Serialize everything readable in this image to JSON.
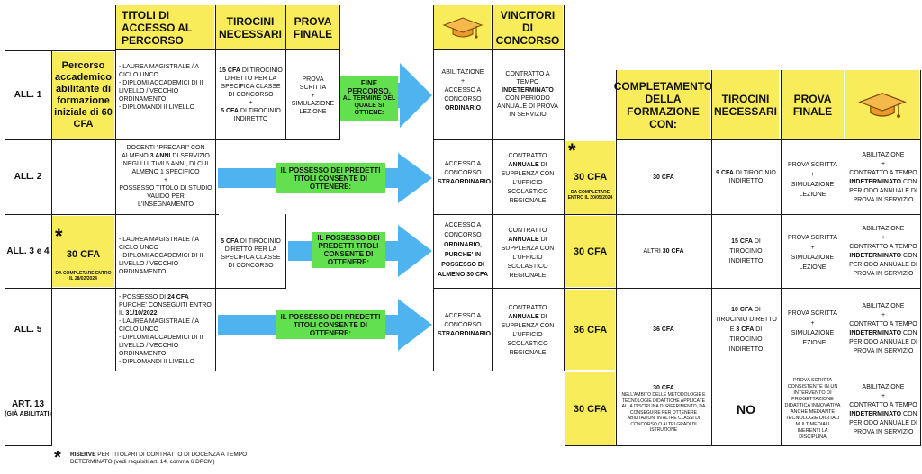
{
  "headers": {
    "titoli": "TITOLI DI ACCESSO AL PERCORSO",
    "tirocini": "TIROCINI NECESSARI",
    "prova": "PROVA FINALE",
    "vincitori": "VINCITORI DI CONCORSO",
    "completamento": "COMPLETAMENTO DELLA FORMAZIONE CON:",
    "tirocini_r": "TIROCINI NECESSARI",
    "prova_r": "PROVA FINALE"
  },
  "rows": {
    "all1": {
      "label": "ALL. 1",
      "percorso": "Percorso accademico abilitante di formazione iniziale di 60 CFA",
      "titoli": [
        "- LAUREA MAGISTRALE / A CICLO UNCO",
        "- DIPLOMI ACCADEMICI DI II LIVELLO / VECCHIO ORDINAMENTO",
        "- DIPLOMANDI II LIVELLO"
      ],
      "tirocini_a": "15 CFA",
      "tirocini_b": " DI TIROCINIO DIRETTO PER LA SPECIFICA CLASSE DI CONCORSO",
      "tirocini_plus": "+",
      "tirocini_c": "5 CFA",
      "tirocini_d": " DI TIROCINIO INDIRETTO",
      "prova_1": "PROVA SCRITTA",
      "prova_plus": "+",
      "prova_2": "SIMULAZIONE LEZIONE",
      "fine_bold": "FINE PERCORSO,",
      "fine_rest": "AL TERMINE DEL QUALE SI OTTIENE:",
      "esito_1": "ABILITAZIONE",
      "esito_plus": "+",
      "esito_2": "ACCESSO A CONCORSO",
      "esito_3": "ORDINARIO",
      "vinc_1": "CONTRATTO A TEMPO",
      "vinc_2": "INDETERMINATO",
      "vinc_3": " CON PERIODO ANNUALE DI PROVA IN SERVIZIO"
    },
    "all2": {
      "label": "ALL. 2",
      "titoli_1": "DOCENTI \"PRECARI\" CON ALMENO ",
      "titoli_2": "3 ANNI",
      "titoli_3": " DI SERVIZIO NEGLI ULTIMI 5 ANNI, DI CUI ALMENO 1 SPECIFICO",
      "titoli_plus": "+",
      "titoli_4": "POSSESSO TITOLO DI STUDIO VALIDO PER L'INSEGNAMENTO",
      "possesso": "IL POSSESSO DEI PREDETTI TITOLI CONSENTE DI OTTENERE:",
      "esito_1": "ACCESSO A CONCORSO",
      "esito_2": "STRAORDINARIO",
      "vinc_1": "CONTRATTO ",
      "vinc_2": "ANNUALE",
      "vinc_3": " DI SUPPLENZA CON L'UFFICIO SCOLASTICO REGIONALE",
      "cfa": "30 CFA",
      "cfa_note": "DA COMPLETARE ENTRO IL 30/05/2024",
      "compl": "30 CFA",
      "tir_a": "9 CFA",
      "tir_b": " DI TIROCINIO INDIRETTO",
      "prova_1": "PROVA SCRITTA",
      "prova_plus": "+",
      "prova_2": "SIMULAZIONE LEZIONE",
      "res_1": "ABILITAZIONE",
      "res_plus": "+",
      "res_2": "CONTRATTO A TEMPO ",
      "res_3": "INDETERMINATO",
      "res_4": " CON PERIODO ANNUALE DI PROVA IN SERVIZIO"
    },
    "all34": {
      "label": "ALL. 3 e 4",
      "cfa": "30 CFA",
      "cfa_note": "DA COMPLETARE ENTRO IL 28/02/2024",
      "titoli": [
        "- LAUREA MAGISTRALE / A CICLO UNCO",
        "- DIPLOMI ACCADEMICI DI II LIVELLO / VECCHIO ORDINAMENTO"
      ],
      "tirocini_a": "5 CFA",
      "tirocini_b": " DI TIROCINIO DIRETTO PER LA SPECIFICA CLASSE DI CONCORSO",
      "possesso": "IL POSSESSO DEI PREDETTI TITOLI CONSENTE DI OTTENERE:",
      "esito_1": "ACCESSO A CONCORSO",
      "esito_2": "ORDINARIO, PURCHE' IN POSSESSO DI ALMENO 30 CFA",
      "vinc_1": "CONTRATTO ",
      "vinc_2": "ANNUALE",
      "vinc_3": " DI SUPPLENZA CON L'UFFICIO SCOLASTICO REGIONALE",
      "cfa_r": "30 CFA",
      "compl_1": "ALTRI ",
      "compl_2": "30 CFA",
      "tir_a": "15 CFA",
      "tir_b": " DI TIROCINIO INDIRETTO",
      "prova_1": "PROVA SCRITTA",
      "prova_plus": "+",
      "prova_2": "SIMULAZIONE LEZIONE",
      "res_1": "ABILITAZIONE",
      "res_plus": "+",
      "res_2": "CONTRATTO A TEMPO ",
      "res_3": "INDETERMINATO",
      "res_4": " CON PERIODO ANNUALE DI PROVA IN SERVIZIO"
    },
    "all5": {
      "label": "ALL. 5",
      "t1a": "- POSSESSO DI ",
      "t1b": "24 CFA",
      "t1c": " PURCHE' CONSEGUITI ENTRO IL ",
      "t1d": "31/10/2022",
      "titoli": [
        "- LAUREA MAGISTRALE / A CICLO UNCO",
        "- DIPLOMI ACCADEMICI DI II LIVELLO / VECCHIO ORDINAMENTO",
        "- DIPLOMANDI II LIVELLO"
      ],
      "possesso": "IL POSSESSO DEI PREDETTI TITOLI CONSENTE DI OTTENERE:",
      "esito_1": "ACCESSO A CONCORSO",
      "esito_2": "STRAORDINARIO",
      "vinc_1": "CONTRATTO ",
      "vinc_2": "ANNUALE",
      "vinc_3": " DI SUPPLENZA CON L'UFFICIO SCOLASTICO REGIONALE",
      "cfa_r": "36 CFA",
      "compl": "36 CFA",
      "tir_a": "10 CFA",
      "tir_b": " DI TIROCINIO DIRETTO E ",
      "tir_c": "3 CFA",
      "tir_d": " DI TIROCINIO INDIRETTO",
      "prova_1": "PROVA SCRITTA",
      "prova_plus": "+",
      "prova_2": "SIMULAZIONE LEZIONE",
      "res_1": "ABILITAZIONE",
      "res_plus": "+",
      "res_2": "CONTRATTO A TEMPO ",
      "res_3": "INDETERMINATO",
      "res_4": " CON PERIODO ANNUALE DI PROVA IN SERVIZIO"
    },
    "art13": {
      "label": "ART. 13",
      "sub": "(GIÀ ABILITATI)",
      "cfa_r": "30 CFA",
      "compl_1": "30 CFA",
      "compl_2": "NELL'AMBITO DELLE METODOLOGIE E TECNOLOGIE DIDATTICHE APPLICATE ALLA DISCIPLINA DI RIFERIMENTO, DA CONSEGUIRE PER OTTENERE ABILITAZIONI IN ALTRE CLASSI DI CONCORSO O ALTRI GRADI DI ISTRUZIONE",
      "tir": "NO",
      "prova": "PROVA SCRITTA CONSISTENTE IN UN INTERVENTO DI PROGETTAZIONE DIDATTICA INNOVATIVA ANCHE MEDIANTE TECNOLOGIE DIGITALI MULTIMEDIALI INERENTI LA DISCIPLINA",
      "res_1": "ABILITAZIONE",
      "res_plus": "+",
      "res_2": "CONTRATTO A TEMPO ",
      "res_3": "INDETERMINATO",
      "res_4": " CON PERIODO ANNUALE DI PROVA IN SERVIZIO"
    }
  },
  "footnote": {
    "star": "*",
    "a": "RISERVE",
    "b": " PER TITOLARI DI CONTRATTO DI DOCENZA A TEMPO DETERMINATO (vedi requisiti art. 14, comma 6 DPCM)"
  },
  "star": "*",
  "colors": {
    "yellow": "#f9ec5b",
    "green": "#63e04f",
    "arrow": "#4fb3f0"
  },
  "icons": [
    "graduation-cap-icon",
    "asterisk-icon",
    "arrow-right-icon"
  ]
}
